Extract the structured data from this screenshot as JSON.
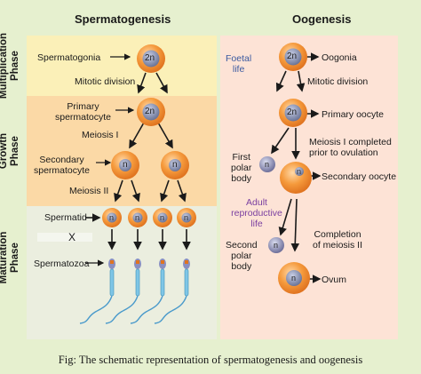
{
  "headers": {
    "spermatogenesis": "Spermatogenesis",
    "oogenesis": "Oogenesis"
  },
  "phases": {
    "multiplication": [
      "Multiplication",
      "Phase"
    ],
    "growth": [
      "Growth",
      "Phase"
    ],
    "maturation": [
      "Maturation",
      "Phase"
    ]
  },
  "sperm": {
    "spermatogonia": "Spermatogonia",
    "mitotic_division": "Mitotic division",
    "primary_spermatocyte": [
      "Primary",
      "spermatocyte"
    ],
    "meiosis_1": "Meiosis I",
    "secondary_spermatocyte": [
      "Secondary",
      "spermatocyte"
    ],
    "meiosis_2": "Meiosis II",
    "spermatid": "Spermatid",
    "x_mark": "X",
    "spermatozoa": "Spermatozoa"
  },
  "oo": {
    "foetal_life": [
      "Foetal",
      "life"
    ],
    "oogonia": "Oogonia",
    "mitotic_division": "Mitotic division",
    "primary_oocyte": "Primary oocyte",
    "first_polar_body": [
      "First",
      "polar",
      "body"
    ],
    "meiosis_1_completed": [
      "Meiosis I completed",
      "prior to ovulation"
    ],
    "secondary_oocyte": "Secondary oocyte",
    "adult_reproductive_life": [
      "Adult",
      "reproductive",
      "life"
    ],
    "second_polar_body": [
      "Second",
      "polar",
      "body"
    ],
    "completion_meiosis_2": [
      "Completion",
      "of meiosis II"
    ],
    "ovum": "Ovum"
  },
  "cell_labels": {
    "diploid": "2n",
    "haploid": "n"
  },
  "caption": "Fig: The schematic representation of spermatogenesis and oogenesis",
  "colors": {
    "background": "#e6f0cf",
    "multiplication_band": "#fbf0b8",
    "growth_band": "#fbd9a6",
    "maturation_band": "#ebeedf",
    "oogenesis_panel": "#fde3d6",
    "cell_orange": "#f08a2c",
    "nucleus": "#7f8ab0"
  }
}
